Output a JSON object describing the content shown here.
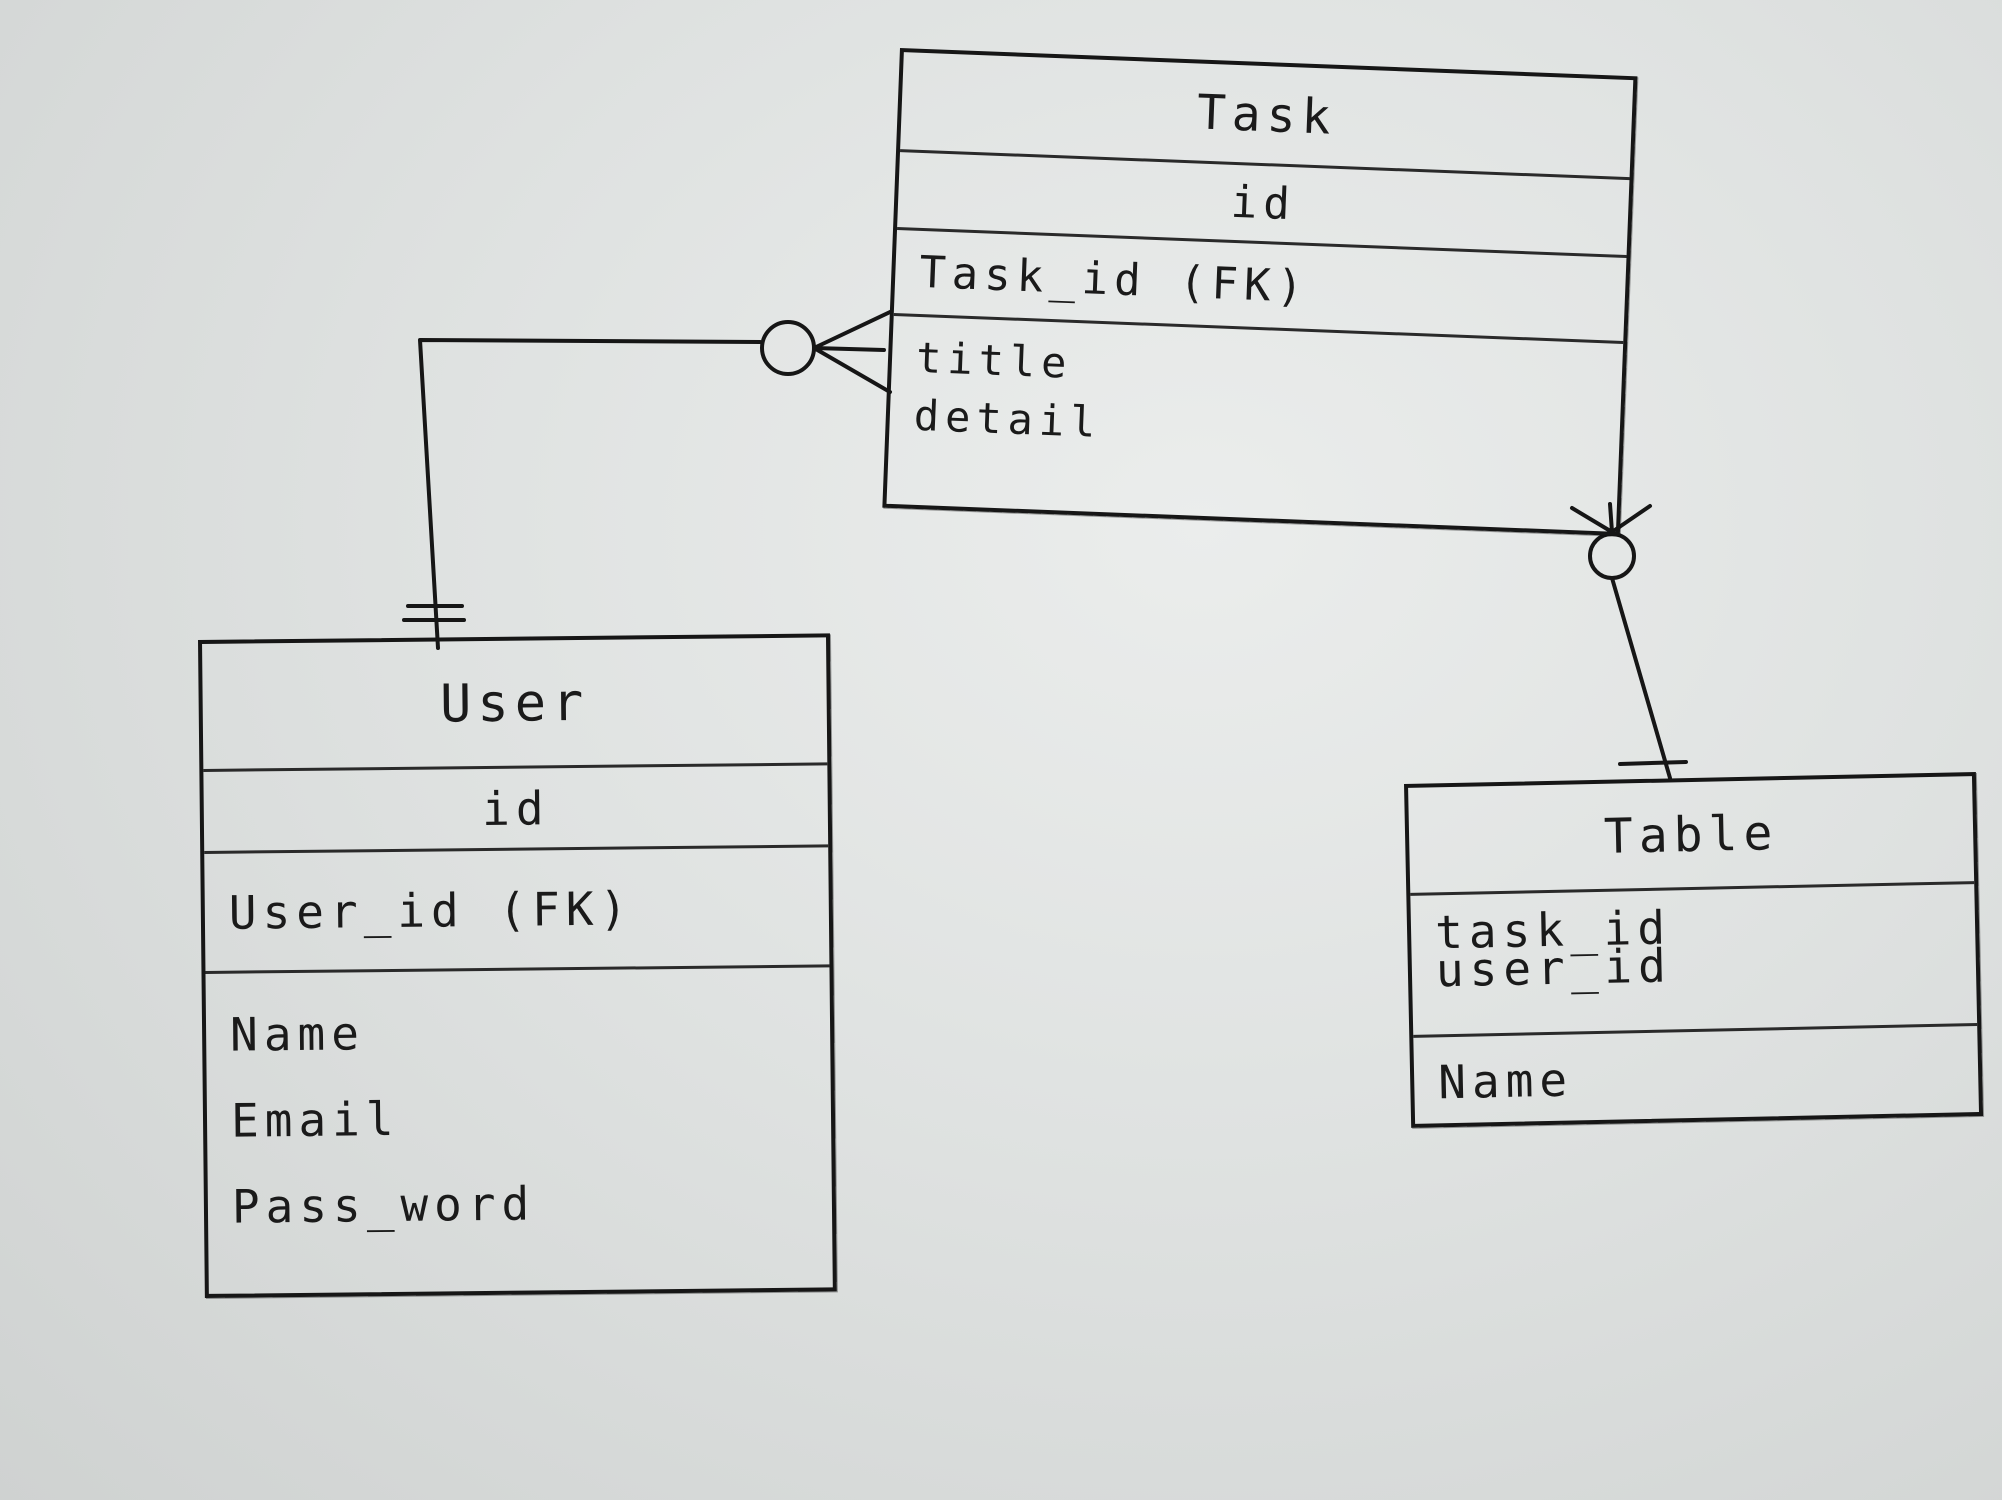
{
  "entities": {
    "task": {
      "name": "Task",
      "primary_key": "id",
      "foreign_key": "Task_id (FK)",
      "attributes": [
        "title",
        "detail"
      ]
    },
    "user": {
      "name": "User",
      "primary_key": "id",
      "foreign_key": "User_id (FK)",
      "attributes": [
        "Name",
        "Email",
        "Pass_word"
      ]
    },
    "table": {
      "name": "Table",
      "keys": [
        "task_id",
        "user_id"
      ],
      "attributes": [
        "Name"
      ]
    }
  },
  "relationships": [
    {
      "from": "user",
      "to": "task",
      "from_cardinality": "one",
      "to_cardinality": "zero-or-many"
    },
    {
      "from": "table",
      "to": "task",
      "from_cardinality": "one",
      "to_cardinality": "zero-or-many"
    }
  ],
  "colors": {
    "ink": "#161616",
    "paper": "#dfe2e1"
  }
}
